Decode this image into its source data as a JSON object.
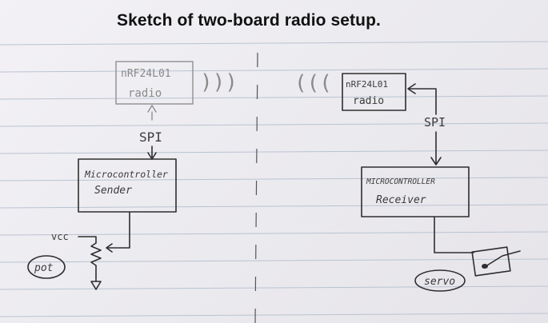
{
  "title": "Sketch of two-board radio setup.",
  "sender": {
    "radio_line1": "nRF24L01",
    "radio_line2": "radio",
    "waves": ")))",
    "bus_label": "SPI",
    "mcu_line1": "Microcontroller",
    "mcu_line2": "Sender",
    "vcc_label": "vcc",
    "pot_label": "pot"
  },
  "receiver": {
    "radio_line1": "nRF24L01",
    "radio_line2": "radio",
    "waves": "(((",
    "bus_label": "SPI",
    "mcu_line1": "MICROCONTROLLER",
    "mcu_line2": "Receiver",
    "servo_label": "servo"
  },
  "colors": {
    "paper": "#eeecf0",
    "ink": "#2e2e2e",
    "faint_ink": "#8f8f8f",
    "rule_lines": "#b9c3d3"
  }
}
